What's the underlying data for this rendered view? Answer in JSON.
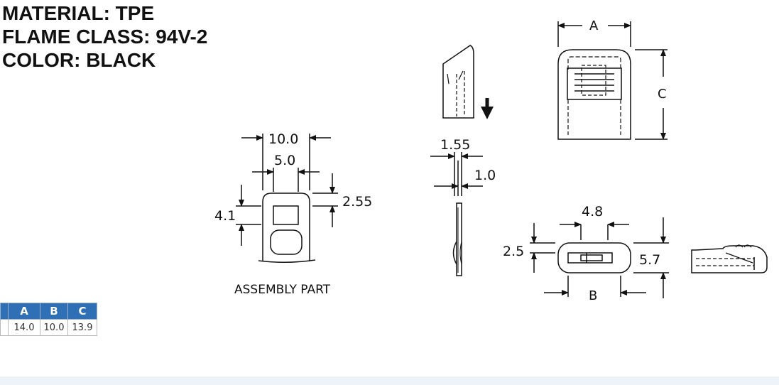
{
  "spec": {
    "material": "MATERIAL: TPE",
    "flame_class": "FLAME CLASS: 94V-2",
    "color": "COLOR: BLACK"
  },
  "drawing": {
    "assembly_label": "ASSEMBLY PART",
    "dims": {
      "d10_0": "10.0",
      "d5_0": "5.0",
      "d4_1": "4.1",
      "d2_55": "2.55",
      "d1_55": "1.55",
      "d1_0": "1.0",
      "d4_8": "4.8",
      "d2_5": "2.5",
      "d5_7": "5.7",
      "a": "A",
      "b": "B",
      "c": "C"
    }
  },
  "table": {
    "headers": [
      "A",
      "B",
      "C"
    ],
    "values": [
      "14.0",
      "10.0",
      "13.9"
    ]
  }
}
